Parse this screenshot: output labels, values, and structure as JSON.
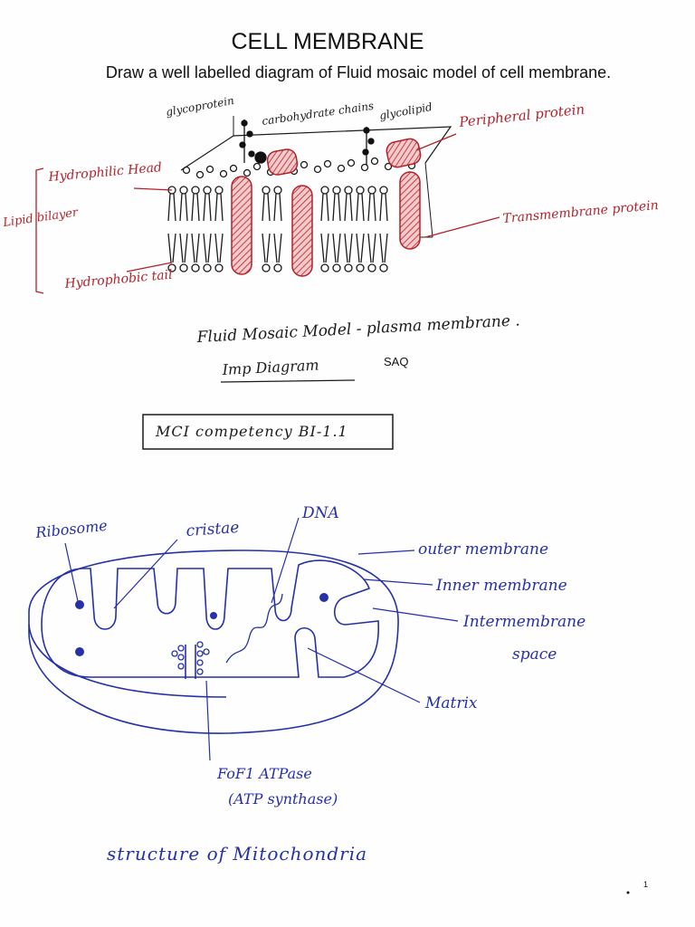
{
  "header": {
    "title": "CELL MEMBRANE",
    "question": "Draw a well labelled diagram of Fluid mosaic model of cell membrane."
  },
  "membrane_diagram": {
    "labels": {
      "glycoprotein": "glycoprotein",
      "carbohydrate_chains": "carbohydrate chains",
      "glycolipid": "glycolipid",
      "peripheral_protein": "Peripheral protein",
      "hydrophilic_head": "Hydrophilic Head",
      "lipid_bilayer": "Lipid bilayer",
      "hydrophobic_tail": "Hydrophobic tail",
      "transmembrane_protein": "Transmembrane protein"
    },
    "caption": "Fluid Mosaic Model - plasma membrane .",
    "imp_label": "Imp Diagram",
    "saq_label": "SAQ",
    "competency": "MCI competency BI-1.1"
  },
  "mitochondria_diagram": {
    "labels": {
      "ribosome": "Ribosome",
      "cristae": "cristae",
      "dna": "DNA",
      "outer_membrane": "outer membrane",
      "inner_membrane": "Inner membrane",
      "intermembrane": "Intermembrane",
      "space": "space",
      "matrix": "Matrix",
      "f0f1_line1": "FoF1 ATPase",
      "f0f1_line2": "(ATP synthase)"
    },
    "caption": "structure of Mitochondria"
  },
  "footer": {
    "page_number": "1"
  },
  "colors": {
    "ink_black": "#1a1a1a",
    "ink_red": "#b3212b",
    "ink_blue": "#2630a8",
    "protein_fill": "#d98b8b"
  }
}
